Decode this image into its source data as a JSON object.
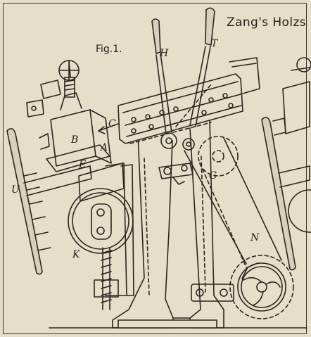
{
  "title": "Zang's Holzs",
  "figure_label": "Fig.1.",
  "part_labels": {
    "H": "H",
    "T": "T",
    "B": "B",
    "A": "A",
    "C": "C",
    "E": "E",
    "G": "G",
    "U": "U",
    "K": "K",
    "N": "N"
  }
}
